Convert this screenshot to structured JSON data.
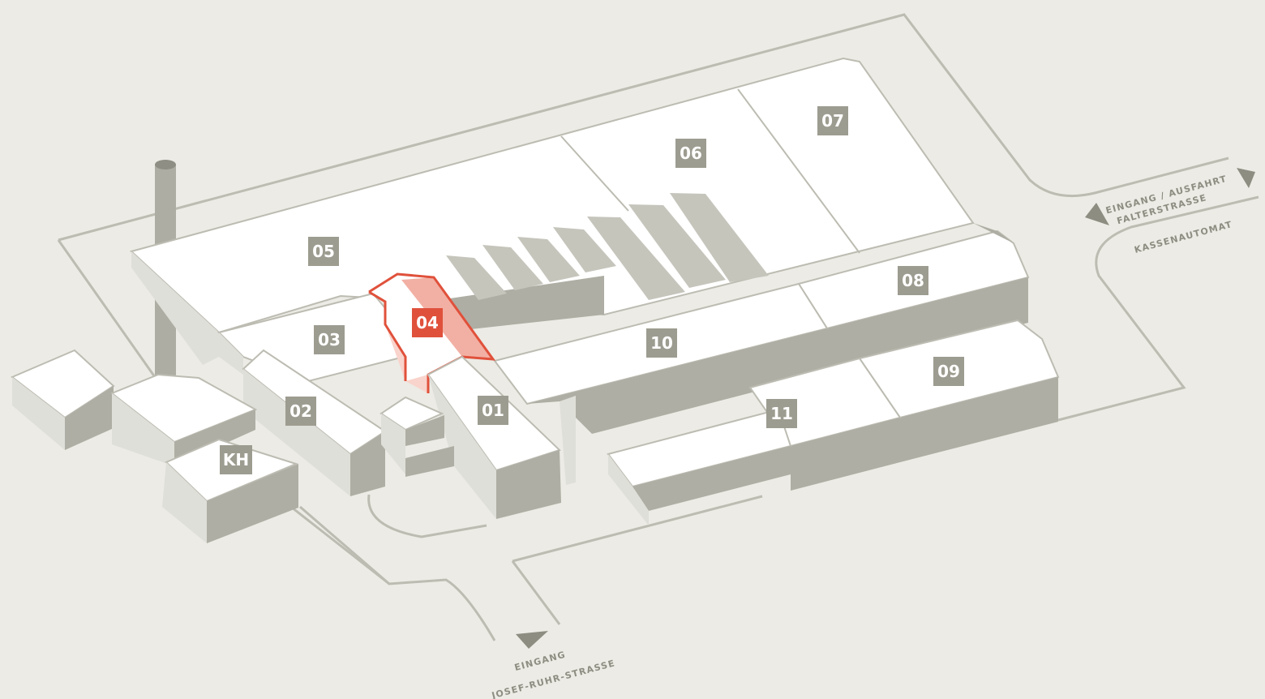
{
  "buildings": [
    {
      "id": "05",
      "label": "05"
    },
    {
      "id": "06",
      "label": "06"
    },
    {
      "id": "07",
      "label": "07"
    },
    {
      "id": "08",
      "label": "08"
    },
    {
      "id": "03",
      "label": "03"
    },
    {
      "id": "04",
      "label": "04",
      "highlighted": true
    },
    {
      "id": "10",
      "label": "10"
    },
    {
      "id": "09",
      "label": "09"
    },
    {
      "id": "02",
      "label": "02"
    },
    {
      "id": "01",
      "label": "01"
    },
    {
      "id": "11",
      "label": "11"
    },
    {
      "id": "KH",
      "label": "KH"
    }
  ],
  "entrances": {
    "east_line1": "EINGANG / AUSFAHRT",
    "east_line2": "FALTERSTRASSE",
    "kasse": "KASSENAUTOMAT",
    "south_line1": "EINGANG",
    "south_line2": "JOSEF-RUHR-STRASSE"
  },
  "colors": {
    "background": "#ecebe5",
    "roof": "#ffffff",
    "wall": "#afaea4",
    "label": "#9d9c90",
    "highlight": "#e0513b"
  }
}
